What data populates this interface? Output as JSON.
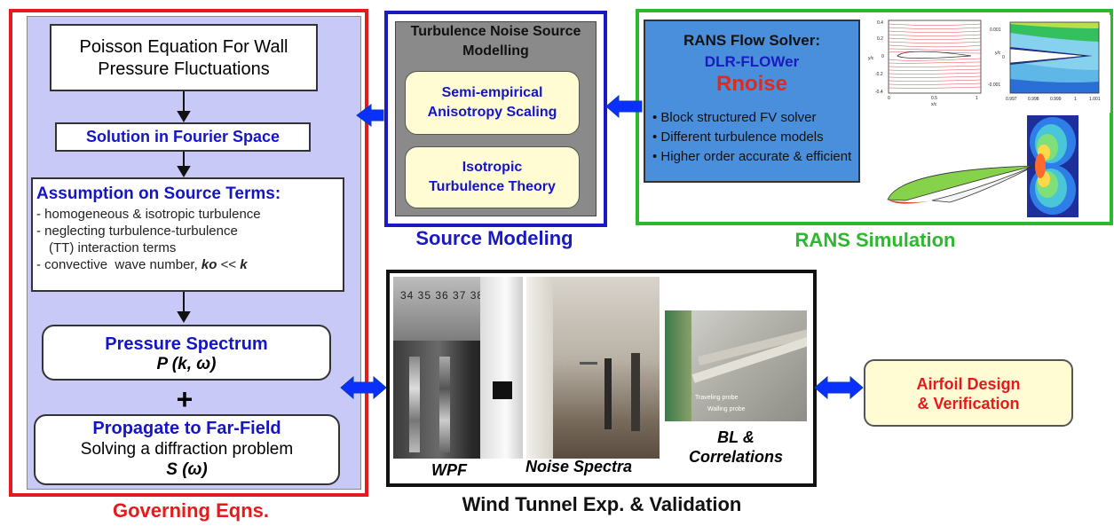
{
  "governing": {
    "poisson": {
      "line1": "Poisson Equation For Wall",
      "line2": "Pressure Fluctuations"
    },
    "fourier": "Solution in Fourier Space",
    "assumption": {
      "title": "Assumption on Source Terms:",
      "b1": "- homogeneous & isotropic turbulence",
      "b2": "- neglecting turbulence-turbulence",
      "b3": "(TT) interaction terms",
      "b4_pre": "- convective  wave number, ",
      "b4_ko": "ko",
      "b4_mid": " << ",
      "b4_k": "k"
    },
    "spectrum": {
      "title": "Pressure Spectrum",
      "formula": "P (k, ω)"
    },
    "plus": "+",
    "propagate": {
      "title": "Propagate to Far-Field",
      "line2": "Solving a diffraction problem",
      "formula": "S (ω)"
    },
    "caption": "Governing Eqns."
  },
  "source": {
    "header1": "Turbulence Noise Source",
    "header2": "Modelling",
    "semi": {
      "line1": "Semi-empirical",
      "line2": "Anisotropy Scaling"
    },
    "iso": {
      "line1": "Isotropic",
      "line2": "Turbulence Theory"
    },
    "caption": "Source Modeling"
  },
  "rans": {
    "title": "RANS Flow Solver:",
    "solver": "DLR-FLOWer",
    "rnoise": "Rnoise",
    "b1": "Block structured FV solver",
    "b2": "Different turbulence models",
    "b3": "Higher order accurate & efficient",
    "plot1": {
      "yticks": [
        "0.4",
        "0.2",
        "0",
        "-0.2",
        "-0.4"
      ],
      "xticks": [
        "0",
        "0.5",
        "1"
      ],
      "ylabel": "y/c",
      "xlabel": "x/c"
    },
    "plot2": {
      "yticks": [
        "0.001",
        "0",
        "-0.001"
      ],
      "xticks": [
        "0.997",
        "0.998",
        "0.999",
        "1",
        "1.001"
      ],
      "ylabel": "y/c"
    },
    "caption": "RANS Simulation"
  },
  "wind": {
    "photo_numbers": "34 35 36 37 38",
    "wpf": "WPF",
    "noise": "Noise Spectra",
    "bl1": "BL &",
    "bl2": "Correlations",
    "traveling": "Traveling probe",
    "walling": "Walling probe",
    "caption": "Wind Tunnel Exp. & Validation"
  },
  "airfoil": {
    "line1": "Airfoil Design",
    "line2": "& Verification"
  },
  "colors": {
    "red": "#e8191c",
    "blue": "#1a1ac0",
    "green": "#2db82d",
    "lavender": "#c9c9f7",
    "gray": "#8a8a8a",
    "rans_blue": "#4a8fdc",
    "yellow": "#fffbd2",
    "rnoise": "#e02b1b",
    "arrow": "#0a30ff"
  }
}
